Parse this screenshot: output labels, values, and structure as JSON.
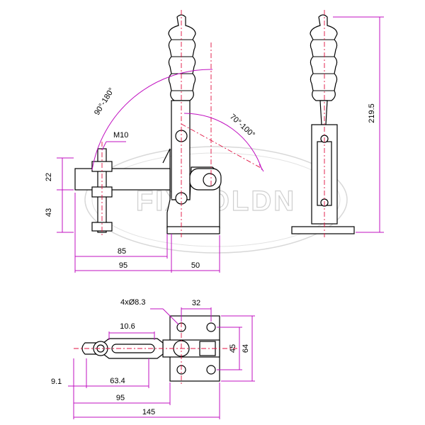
{
  "watermark": "FIXSOLDN",
  "colors": {
    "dimension": "#c010c0",
    "centerline": "#e01040",
    "outline": "#000000",
    "watermark": "#cfcfcf"
  },
  "side_view": {
    "handle_swing": "90°-180°",
    "lever_swing": "70°-100°",
    "bolt": "M10",
    "height_clamp": "22",
    "height_base": "43",
    "length_arm": "85",
    "length_total": "95",
    "length_base": "50"
  },
  "end_view": {
    "total_height": "219.5"
  },
  "top_view": {
    "holes": "4xØ8.3",
    "hole_spacing_x": "32",
    "slot_width": "10.6",
    "hole_spacing_y": "45",
    "base_width": "64",
    "tip_offset": "9.1",
    "slot_length": "63.4",
    "arm_length": "95",
    "overall_length": "145"
  }
}
